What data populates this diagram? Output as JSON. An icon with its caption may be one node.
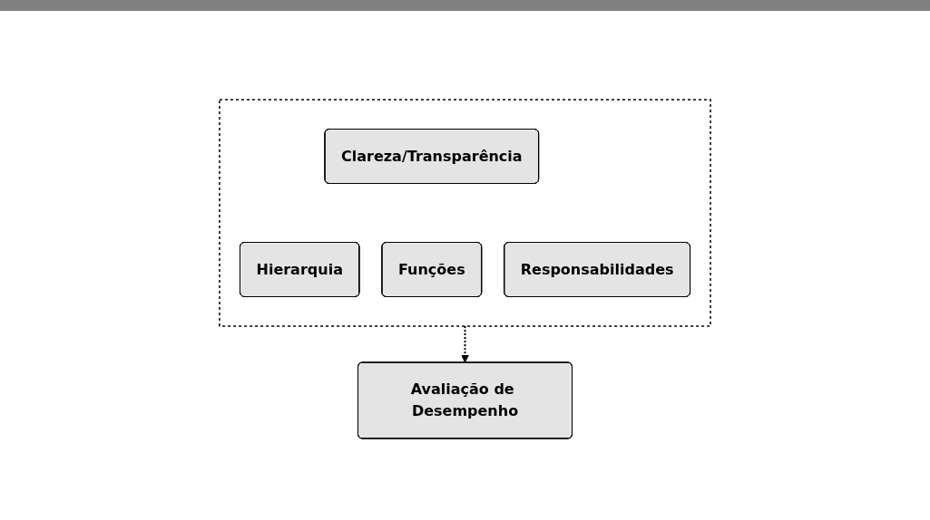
{
  "diagram": {
    "nodes": [
      {
        "text": [],
        "shape": "box"
      },
      {
        "text": [
          "Clareza/Transparência"
        ],
        "in": 0
      },
      {
        "text": [
          "Hierarquia"
        ],
        "in": 0
      },
      {
        "text": [
          "Funções"
        ],
        "in": 0
      },
      {
        "text": [
          "Responsabilidades"
        ],
        "in": 0
      },
      {
        "text": [
          "Avaliação de Desempenho"
        ]
      }
    ],
    "edges": [
      {
        "from": 0,
        "to": 5,
        "arrow": "to",
        "style": "dashed"
      }
    ]
  }
}
